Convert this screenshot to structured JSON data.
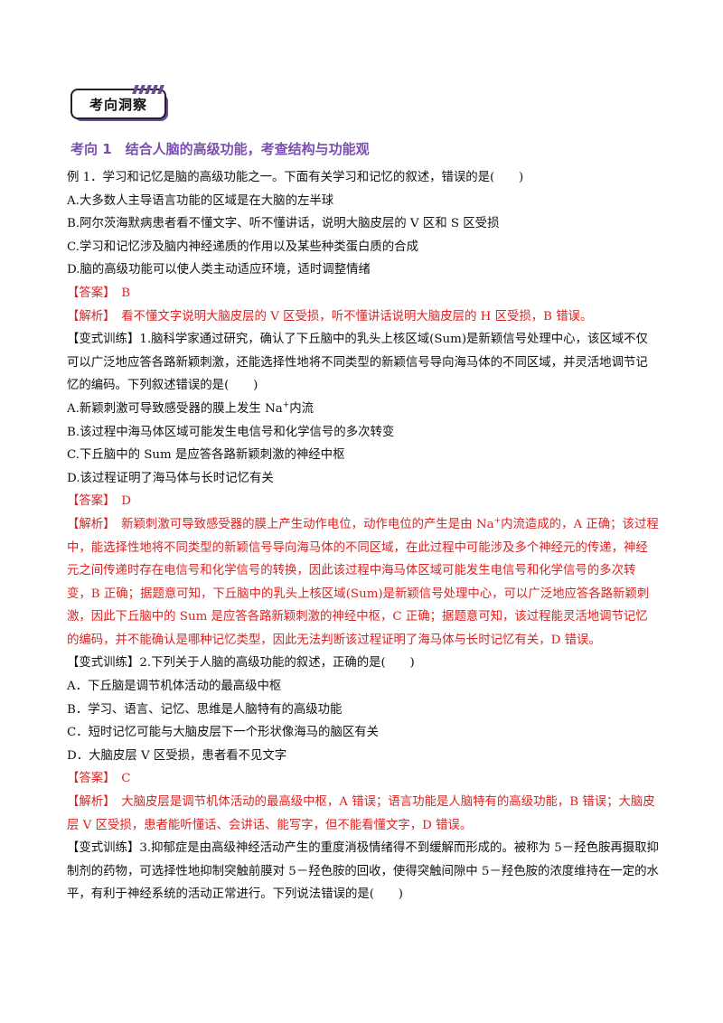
{
  "badge": {
    "label": "考向洞察"
  },
  "section": {
    "title": "考向 1　结合人脑的高级功能，考查结构与功能观"
  },
  "ex1": {
    "stem": "例 1．学习和记忆是脑的高级功能之一。下面有关学习和记忆的叙述，错误的是(　　)",
    "A": "A.大多数人主导语言功能的区域是在大脑的左半球",
    "B": "B.阿尔茨海默病患者看不懂文字、听不懂讲话，说明大脑皮层的 V 区和 S 区受损",
    "C": "C.学习和记忆涉及脑内神经递质的作用以及某些种类蛋白质的合成",
    "D": "D.脑的高级功能可以使人类主动适应环境，适时调整情绪",
    "answer_label": "【答案】",
    "answer": "B",
    "analysis_label": "【解析】",
    "analysis": "看不懂文字说明大脑皮层的 V 区受损，听不懂讲话说明大脑皮层的 H 区受损，B 错误。"
  },
  "ex2": {
    "stem": "【变式训练】1.脑科学家通过研究，确认了下丘脑中的乳头上核区域(Sum)是新颖信号处理中心，该区域不仅可以广泛地应答各路新颖刺激，还能选择性地将不同类型的新颖信号导向海马体的不同区域，并灵活地调节记忆的编码。下列叙述错误的是(　　)",
    "A_pre": "A.新颖刺激可导致感受器的膜上发生 Na",
    "A_sup": "+",
    "A_post": "内流",
    "B": "B.该过程中海马体区域可能发生电信号和化学信号的多次转变",
    "C": "C.下丘脑中的 Sum 是应答各路新颖刺激的神经中枢",
    "D": "D.该过程证明了海马体与长时记忆有关",
    "answer_label": "【答案】",
    "answer": "D",
    "analysis_label": "【解析】",
    "analysis_pre": "新颖刺激可导致感受器的膜上产生动作电位，动作电位的产生是由 Na",
    "analysis_sup": "+",
    "analysis_post": "内流造成的，A 正确；该过程中，能选择性地将不同类型的新颖信号导向海马体的不同区域，在此过程中可能涉及多个神经元的传递，神经元之间传递时存在电信号和化学信号的转换，因此该过程中海马体区域可能发生电信号和化学信号的多次转变，B 正确；据题意可知，下丘脑中的乳头上核区域(Sum)是新颖信号处理中心，可以广泛地应答各路新颖刺激，因此下丘脑中的 Sum 是应答各路新颖刺激的神经中枢，C 正确；据题意可知，该过程能灵活地调节记忆的编码，并不能确认是哪种记忆类型，因此无法判断该过程证明了海马体与长时记忆有关，D 错误。"
  },
  "ex3": {
    "stem": "【变式训练】2.下列关于人脑的高级功能的叙述，正确的是(　　)",
    "A": "A．下丘脑是调节机体活动的最高级中枢",
    "B": "B．学习、语言、记忆、思维是人脑特有的高级功能",
    "C": "C．短时记忆可能与大脑皮层下一个形状像海马的脑区有关",
    "D": "D．大脑皮层 V 区受损，患者看不见文字",
    "answer_label": "【答案】",
    "answer": "C",
    "analysis_label": "【解析】",
    "analysis": "大脑皮层是调节机体活动的最高级中枢，A 错误；语言功能是人脑特有的高级功能，B 错误；大脑皮层 V 区受损，患者能听懂话、会讲话、能写字，但不能看懂文字，D 错误。"
  },
  "ex4": {
    "stem": "【变式训练】3.抑郁症是由高级神经活动产生的重度消极情绪得不到缓解而形成的。被称为 5－羟色胺再摄取抑制剂的药物，可选择性地抑制突触前膜对 5－羟色胺的回收，使得突触间隙中 5－羟色胺的浓度维持在一定的水平，有利于神经系统的活动正常进行。下列说法错误的是(　　)"
  }
}
